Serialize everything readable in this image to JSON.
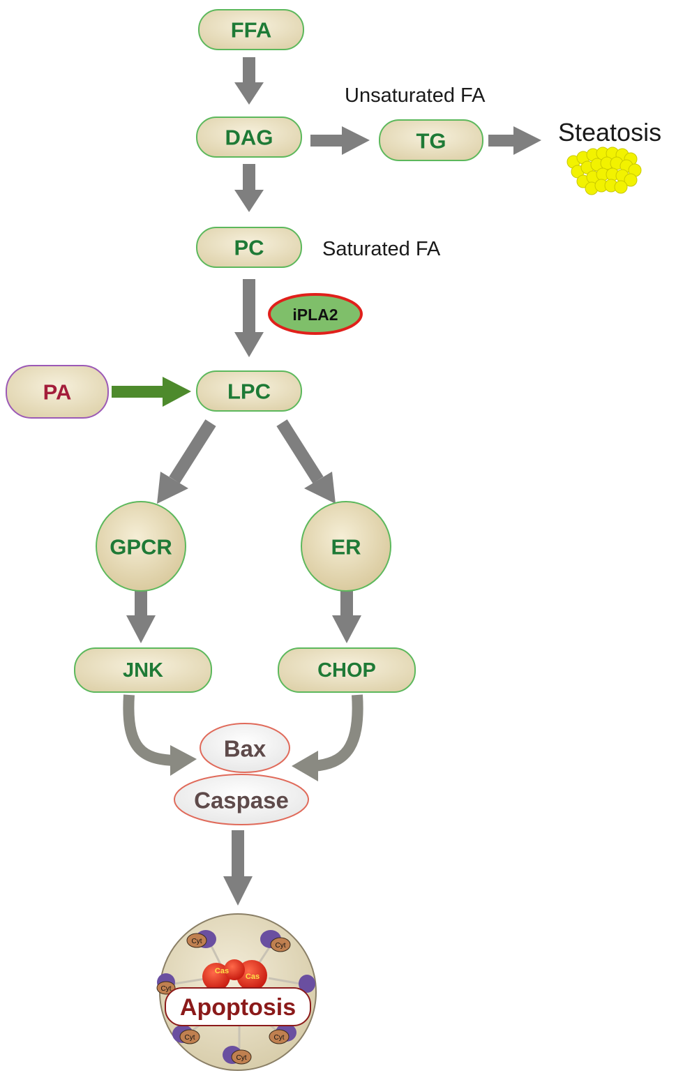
{
  "nodes": {
    "ffa": "FFA",
    "dag": "DAG",
    "tg": "TG",
    "pc": "PC",
    "iplа2": "",
    "iPLA2": "iPLA2",
    "pa": "PA",
    "lpc": "LPC",
    "gpcr": "GPCR",
    "er": "ER",
    "jnk": "JNK",
    "chop": "CHOP",
    "bax": "Bax",
    "caspase": "Caspase",
    "apoptosis": "Apoptosis"
  },
  "labels": {
    "unsaturated_fa": "Unsaturated FA",
    "saturated_fa": "Saturated FA",
    "steatosis": "Steatosis"
  },
  "apoptosis_icon": {
    "cyt": "Cyt",
    "cas": "Cas"
  },
  "colors": {
    "node_fill": "#e9dfc0",
    "node_border": "#5cb85c",
    "node_text": "#1e7a36",
    "pa_text": "#a31d3a",
    "pa_border": "#9b59b6",
    "arrow": "#7f7f7f",
    "pa_arrow": "#4d8a2c",
    "iPLA2_fill": "#7fbf6a",
    "iPLA2_border": "#e0201b",
    "bax_border": "#e06a5a",
    "bax_text": "#5e4a4a",
    "apoptosis_text": "#8b1a1a",
    "steatosis_cells": "#f2f200"
  }
}
